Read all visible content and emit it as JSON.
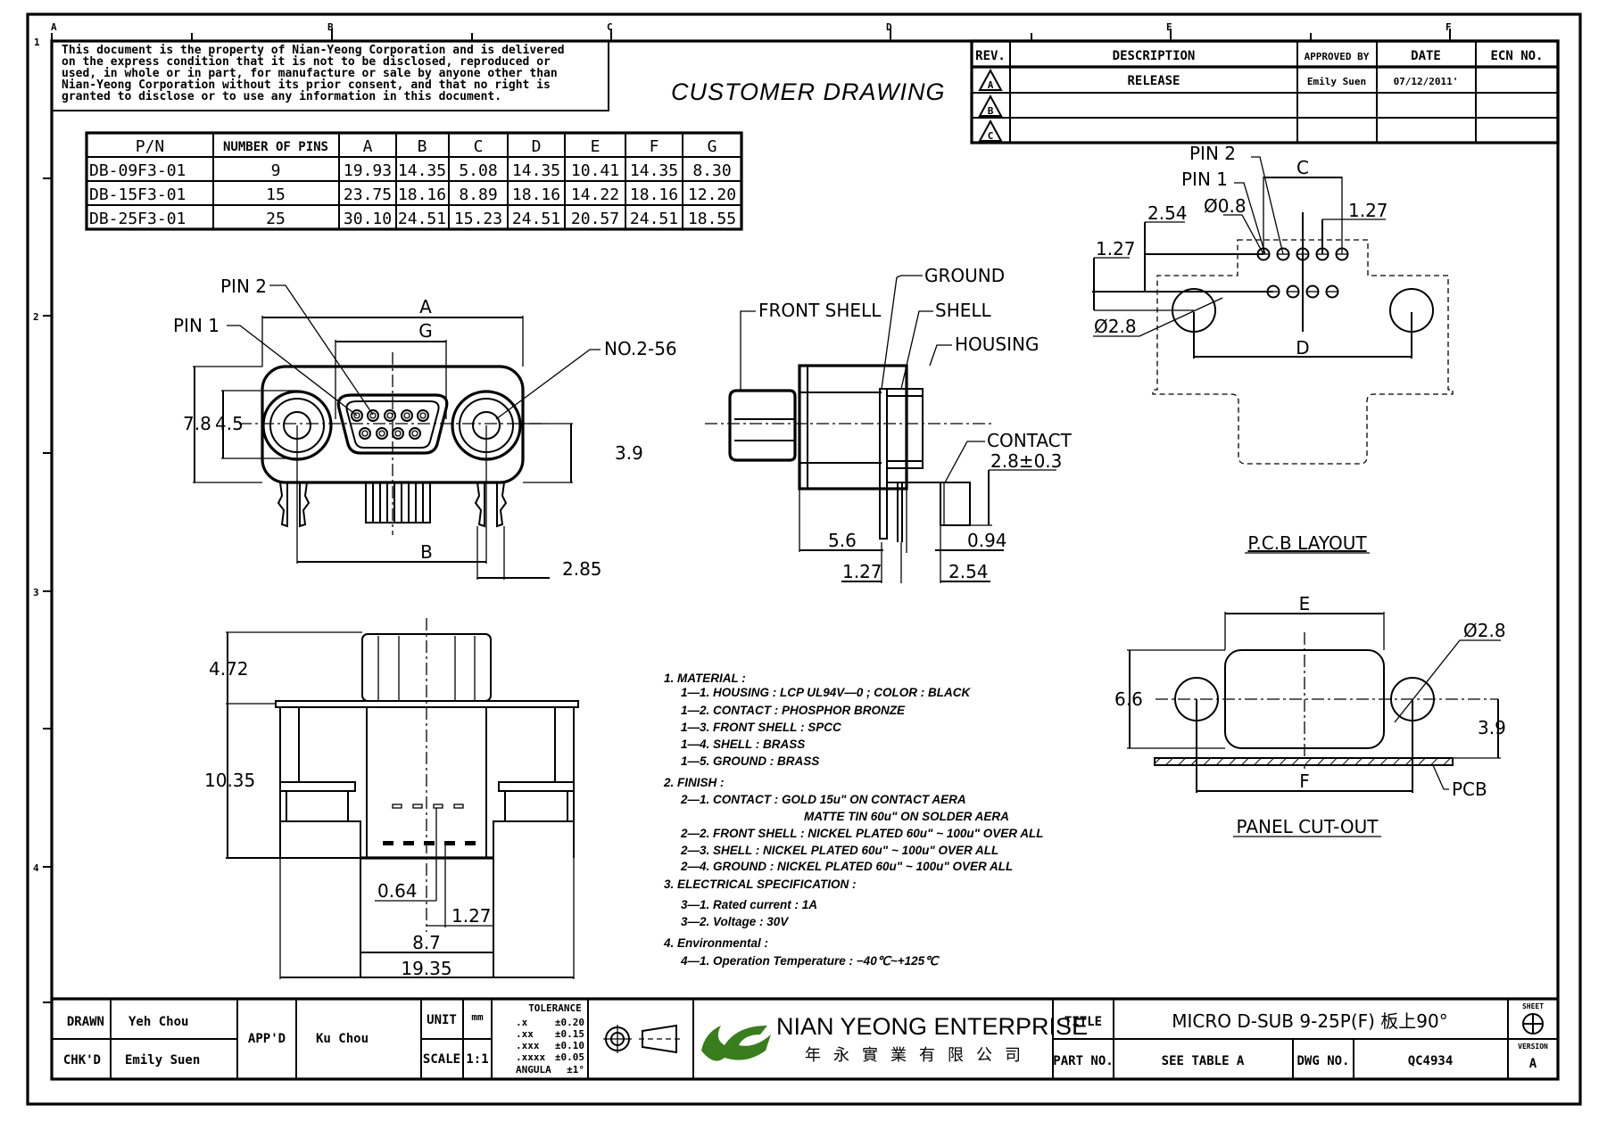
{
  "document": {
    "type": "Customer Drawing",
    "heading": "CUSTOMER DRAWING",
    "proprietary_notice": [
      "This document is the property of Nian-Yeong Corporation and is delivered",
      "on  the  express condition that it is not to be disclosed, reproduced or",
      "used, in whole or in part, for manufacture or sale by anyone other than",
      "Nian-Yeong Corporation without  its prior consent, and that  no right  is",
      "granted to disclose or to use any information in this  document."
    ]
  },
  "frame": {
    "column_labels": [
      "A",
      "B",
      "C",
      "D",
      "E",
      "F"
    ],
    "row_labels": [
      "1",
      "2",
      "3",
      "4"
    ]
  },
  "revision_table": {
    "headers": {
      "rev": "REV.",
      "description": "DESCRIPTION",
      "approved_by": "APPROVED BY",
      "date": "DATE",
      "ecn": "ECN NO."
    },
    "rows": [
      {
        "rev": "A",
        "description": "RELEASE",
        "approved_by": "Emily Suen",
        "date": "07/12/2011'",
        "ecn": ""
      },
      {
        "rev": "B",
        "description": "",
        "approved_by": "",
        "date": "",
        "ecn": ""
      },
      {
        "rev": "C",
        "description": "",
        "approved_by": "",
        "date": "",
        "ecn": ""
      }
    ]
  },
  "dimension_table": {
    "headers": [
      "P/N",
      "NUMBER OF PINS",
      "A",
      "B",
      "C",
      "D",
      "E",
      "F",
      "G"
    ],
    "rows": [
      [
        "DB-09F3-01",
        "9",
        "19.93",
        "14.35",
        "5.08",
        "14.35",
        "10.41",
        "14.35",
        "8.30"
      ],
      [
        "DB-15F3-01",
        "15",
        "23.75",
        "18.16",
        "8.89",
        "18.16",
        "14.22",
        "18.16",
        "12.20"
      ],
      [
        "DB-25F3-01",
        "25",
        "30.10",
        "24.51",
        "15.23",
        "24.51",
        "20.57",
        "24.51",
        "18.55"
      ]
    ]
  },
  "front_view": {
    "pin2": "PIN 2",
    "pin1": "PIN 1",
    "dim_a": "A",
    "dim_g": "G",
    "screw": "NO.2-56",
    "dim_78": "7.8",
    "dim_45": "4.5",
    "dim_39": "3.9",
    "dim_b": "B",
    "dim_285": "2.85"
  },
  "side_view": {
    "ground": "GROUND",
    "front_shell": "FRONT SHELL",
    "shell": "SHELL",
    "housing": "HOUSING",
    "contact": "CONTACT",
    "contact_len": "2.8±0.3",
    "dim_56": "5.6",
    "dim_094": "0.94",
    "dim_127": "1.27",
    "dim_254": "2.54"
  },
  "pcb_layout": {
    "title": "P.C.B LAYOUT",
    "pin2": "PIN 2",
    "pin1": "PIN 1",
    "dim_c": "C",
    "hole_small": "Ø0.8",
    "dim_254": "2.54",
    "dim_127_top": "1.27",
    "dim_127_left": "1.27",
    "hole_large": "Ø2.8",
    "dim_d": "D"
  },
  "bottom_view": {
    "dim_472": "4.72",
    "dim_1035": "10.35",
    "dim_064": "0.64",
    "dim_127": "1.27",
    "dim_87": "8.7",
    "dim_1935": "19.35"
  },
  "panel_cutout": {
    "title": "PANEL CUT-OUT",
    "dim_e": "E",
    "hole": "Ø2.8",
    "dim_66": "6.6",
    "dim_39": "3.9",
    "dim_f": "F",
    "pcb": "PCB"
  },
  "notes": [
    {
      "text": "1.  MATERIAL :",
      "indent": 0
    },
    {
      "text": "1—1.  HOUSING  :  LCP  UL94V—0  ;  COLOR  :  BLACK",
      "indent": 1
    },
    {
      "text": "1—2.  CONTACT  :  PHOSPHOR  BRONZE",
      "indent": 1
    },
    {
      "text": "1—3.  FRONT  SHELL  :  SPCC",
      "indent": 1
    },
    {
      "text": "1—4.  SHELL  :  BRASS",
      "indent": 1
    },
    {
      "text": "1—5.  GROUND  :  BRASS",
      "indent": 1
    },
    {
      "text": "2.  FINISH  :",
      "indent": 0
    },
    {
      "text": "2—1.  CONTACT  :  GOLD  15u\"  ON  CONTACT  AERA",
      "indent": 1
    },
    {
      "text": "MATTE  TIN  60u\"  ON  SOLDER  AERA",
      "indent": 2
    },
    {
      "text": "2—2.  FRONT  SHELL  :  NICKEL  PLATED  60u\"  ~  100u\"  OVER  ALL",
      "indent": 1
    },
    {
      "text": "2—3.  SHELL  :  NICKEL  PLATED  60u\"  ~  100u\"  OVER  ALL",
      "indent": 1
    },
    {
      "text": "2—4.  GROUND  :  NICKEL  PLATED  60u\"  ~  100u\"  OVER  ALL",
      "indent": 1
    },
    {
      "text": "3.  ELECTRICAL  SPECIFICATION  :",
      "indent": 0
    },
    {
      "text": "3—1.  Rated  current  :  1A",
      "indent": 1
    },
    {
      "text": "3—2.  Voltage  :  30V",
      "indent": 1
    },
    {
      "text": "4.  Environmental  :",
      "indent": 0
    },
    {
      "text": "4—1.  Operation  Temperature  :  −40℃~+125℃",
      "indent": 1
    }
  ],
  "title_block": {
    "drawn_label": "DRAWN",
    "drawn_value": "Yeh Chou",
    "checked_label": "CHK'D",
    "checked_value": "Emily Suen",
    "approved_label": "APP'D",
    "approved_value": "Ku Chou",
    "unit_label": "UNIT",
    "unit_value": "mm",
    "scale_label": "SCALE",
    "scale_value": "1:1",
    "tolerance": {
      "title": "TOLERANCE",
      "rows": [
        {
          "k": ".x",
          "v": "±0.20"
        },
        {
          "k": ".xx",
          "v": "±0.15"
        },
        {
          "k": ".xxx",
          "v": "±0.10"
        },
        {
          "k": ".xxxx",
          "v": "±0.05"
        },
        {
          "k": "ANGULA",
          "v": "±1°"
        }
      ]
    },
    "projection_icon": "third-angle-projection-icon",
    "company_name": "NIAN YEONG ENTERPRISE",
    "company_name_cn": "年永實業有限公司",
    "logo_color": "#3a7d1e",
    "title_label": "TITLE",
    "title_value": "MICRO D-SUB  9-25P(F) 板上90°",
    "part_no_label": "PART NO.",
    "part_no_value": "SEE TABLE A",
    "dwg_no_label": "DWG NO.",
    "dwg_no_value": "QC4934",
    "sheet_label": "SHEET",
    "version_label": "VERSION",
    "version_value": "A"
  }
}
